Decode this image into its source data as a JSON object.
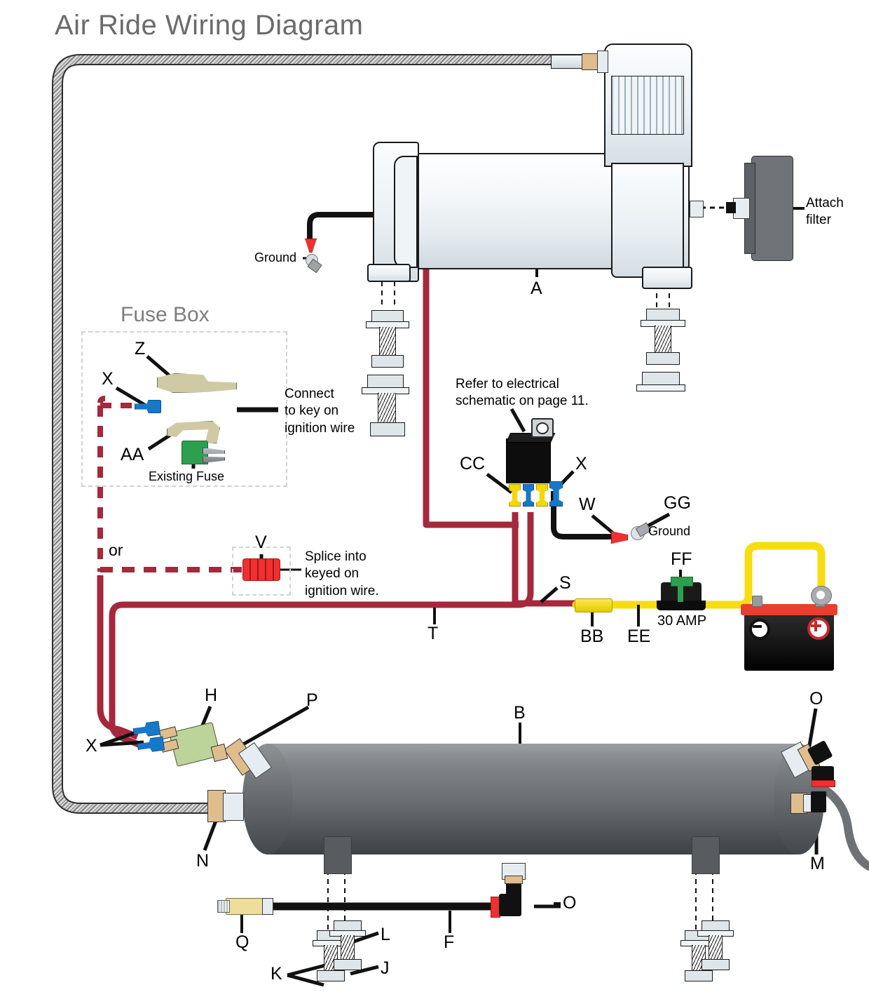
{
  "document": {
    "title": "Air Ride Wiring Diagram"
  },
  "sections": {
    "fuse_box": {
      "title": "Fuse Box",
      "existing_fuse_label": "Existing Fuse",
      "connect_note": "Connect\nto key on\nignition wire",
      "labels": {
        "z": "Z",
        "x": "X",
        "aa": "AA"
      }
    },
    "splice": {
      "or_label": "or",
      "v_label": "V",
      "note": "Splice into\nkeyed on\nignition wire."
    },
    "relay": {
      "note": "Refer to electrical\nschematic on page 11.",
      "labels": {
        "cc": "CC",
        "x": "X",
        "w": "W",
        "gg": "GG"
      },
      "ground_label": "Ground"
    },
    "compressor": {
      "label_a": "A",
      "ground_label": "Ground",
      "filter_note": "Attach\nfilter"
    },
    "power": {
      "label_s": "S",
      "label_t": "T",
      "label_bb": "BB",
      "label_ee": "EE",
      "label_ff": "FF",
      "fuse_rating": "30 AMP"
    },
    "tank": {
      "label_b": "B",
      "label_h": "H",
      "label_p": "P",
      "label_n": "N",
      "label_x": "X",
      "label_o_right": "O",
      "label_m": "M",
      "label_q": "Q",
      "label_k": "K",
      "label_l": "L",
      "label_j": "J",
      "label_f": "F",
      "label_o_bottom": "O"
    }
  },
  "colors": {
    "wire_red": "#a5283c",
    "wire_yellow": "#f5dd11",
    "wire_black": "#111111",
    "title_gray": "#6b6b6b",
    "tank_gray": "#6a6e73",
    "battery_red": "#e8402f",
    "relay_black": "#0d0d0d",
    "fuse_green": "#2e9e4f",
    "connector_blue": "#1878c8",
    "connector_yellow": "#f5d705"
  }
}
